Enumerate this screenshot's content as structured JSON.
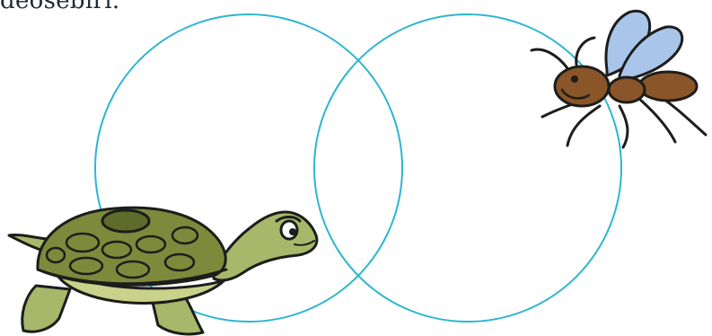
{
  "text_fragment": "deosebiri.",
  "venn": {
    "circle_color": "#2bb6cf",
    "left_circle_label": "",
    "right_circle_label": ""
  },
  "illustrations": {
    "left": "turtle",
    "right": "flying-ant"
  },
  "colors": {
    "turtle_body": "#a7b86a",
    "turtle_shell": "#7d8a3b",
    "turtle_outline": "#1d1d1b",
    "ant_body": "#8a5528",
    "ant_wing": "#a9c6ea"
  }
}
